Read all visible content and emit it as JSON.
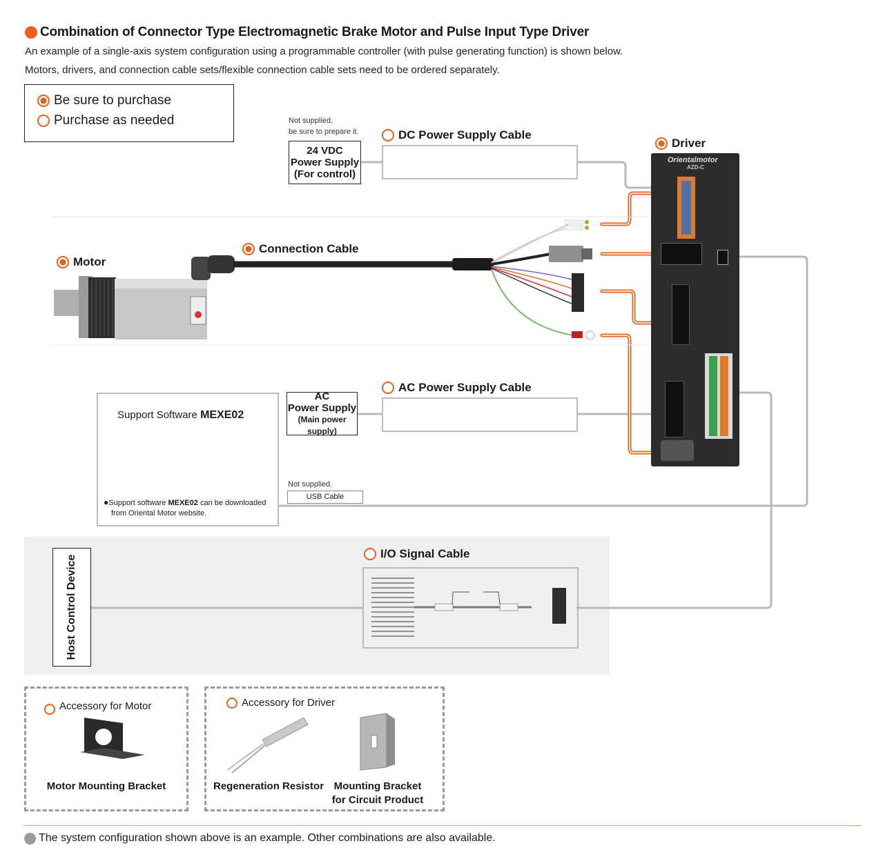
{
  "header": {
    "title": "Combination of Connector Type Electromagnetic Brake Motor and Pulse Input Type Driver",
    "line1": "An example of a single-axis system configuration using a programmable controller (with pulse generating function) is shown below.",
    "line2": "Motors, drivers, and connection cable sets/flexible connection cable sets need to be ordered separately."
  },
  "legend": {
    "must": "Be sure to purchase",
    "optional": "Purchase as needed"
  },
  "dc_supply": {
    "note1": "Not supplied,",
    "note2": "be sure to prepare it.",
    "line1": "24 VDC",
    "line2": "Power Supply",
    "line3": "(For control)"
  },
  "dc_cable": {
    "label": "DC Power Supply Cable"
  },
  "driver": {
    "label": "Driver",
    "brand": "Orientalmotor",
    "model": "AZD-C"
  },
  "motor": {
    "label": "Motor"
  },
  "connection_cable": {
    "label": "Connection Cable"
  },
  "ac_cable": {
    "label": "AC Power Supply Cable"
  },
  "ac_supply": {
    "line1": "AC",
    "line2": "Power Supply",
    "line3": "(Main power supply)"
  },
  "software": {
    "title_prefix": "Support Software ",
    "title_name": "MEXE02",
    "note_prefix": "Support software ",
    "note_name": "MEXE02",
    "note_suffix": " can be downloaded",
    "note_line2": "from Oriental Motor website."
  },
  "usb": {
    "note": "Not supplied.",
    "label": "USB Cable"
  },
  "io_cable": {
    "label": "I/O Signal Cable"
  },
  "host": {
    "label": "Host Control Device"
  },
  "accessories": {
    "motor_title": "Accessory for Motor",
    "motor_item": "Motor Mounting Bracket",
    "driver_title": "Accessory for Driver",
    "driver_item1": "Regeneration Resistor",
    "driver_item2_line1": "Mounting Bracket",
    "driver_item2_line2": "for Circuit Product"
  },
  "footer": {
    "note": "The system configuration shown above is an example. Other combinations are also available."
  },
  "colors": {
    "accent": "#e8601c",
    "cable_gray": "#bbbbbb",
    "band": "#efefef"
  }
}
